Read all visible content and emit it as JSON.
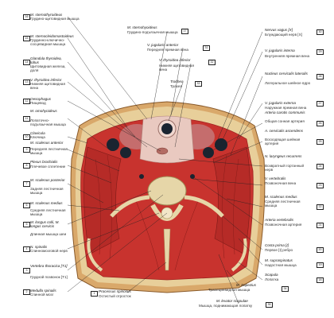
{
  "left_labels": [
    {
      "num": "16",
      "lat": "M. sternothyroideus",
      "ru": "Грудино-щитовидная мышца"
    },
    {
      "num": "15",
      "lat": "M. sternocleidomastoideus",
      "ru": "Грудинно-ключично-сосцевидная мышца"
    },
    {
      "num": "14",
      "lat": "Glandula thyroidea, lobus",
      "ru": "Щитовидная железа, доля"
    },
    {
      "num": "13",
      "lat": "V. thyroidea inferior",
      "ru": "Нижняя щитовидная вена"
    },
    {
      "num": "12",
      "lat": "Oesophagus",
      "ru": "Пищевод"
    },
    {
      "num": "11",
      "lat": "M. omohyoideus",
      "ru": "Лопаточно-подъязычная мышца"
    },
    {
      "num": "10",
      "lat": "Clavicula",
      "ru": "Ключица"
    },
    {
      "num": "9",
      "lat": "M. scalenus anterior",
      "ru": "Передняя лестничная мышца"
    },
    {
      "num": "8",
      "lat": "Plexus brachialis",
      "ru": "Плечевое сплетение"
    },
    {
      "num": "7",
      "lat": "M. scalenus posterior",
      "ru": "Задняя лестничная мышца"
    },
    {
      "num": "6",
      "lat": "M. scalenus medius",
      "ru": "Средняя лестничная мышца"
    },
    {
      "num": "5",
      "lat": "M. longus colli, M. longus cervicis",
      "ru": "Длинная мышца шеи"
    },
    {
      "num": "4",
      "lat": "N. spinalis",
      "ru": "Спинномозговой нерв"
    },
    {
      "num": "3",
      "lat": "Vertebra thoracica [T1]",
      "ru": "Грудной позвонок [T1]"
    },
    {
      "num": "2",
      "lat": "Medulla spinalis",
      "ru": "Спинной мозг"
    }
  ],
  "right_labels": [
    {
      "num": "30",
      "lat": "Nervus vagus [X]",
      "ru": "Блуждающий нерв [X]"
    },
    {
      "num": "29",
      "lat": "V. jugularis interna",
      "ru": "Внутренняя яремная вена"
    },
    {
      "num": "28",
      "lat": "Nucleus cervicalis lateralis",
      "ru": "Латеральное шейное ядро"
    },
    {
      "num": "27",
      "lat": "V. jugularis externa",
      "ru": "Наружная яремная вена"
    },
    {
      "num": "26",
      "lat": "Arteria carotis communis",
      "ru": "Общая сонная артерия"
    },
    {
      "num": "25",
      "lat": "A. cervicalis ascendens",
      "ru": "Восходящая шейная артерия"
    },
    {
      "num": "24",
      "lat": "N. laryngeus recurrens",
      "ru": "Возвратный гортанный нерв"
    },
    {
      "num": "23",
      "lat": "V. vertebralis",
      "ru": "Позвоночная вена"
    },
    {
      "num": "22",
      "lat": "M. scalenus medius",
      "ru": "Средняя лестничная мышца"
    },
    {
      "num": "21",
      "lat": "Arteria vertebralis",
      "ru": "Позвоночная артерия"
    },
    {
      "num": "20",
      "lat": "Costa prima [I]",
      "ru": "Первое [I] ребро"
    },
    {
      "num": "19",
      "lat": "M. supraspinatus",
      "ru": "Надостная мышца"
    },
    {
      "num": "18",
      "lat": "Scapula",
      "ru": "Лопатка"
    }
  ],
  "top_labels": [
    {
      "num": "17",
      "lat": "M. sternohyoideus",
      "ru": "Грудино-подъязычная мышца"
    },
    {
      "num": "31",
      "lat": "V. jugularis anterior",
      "ru": "Передняя яремная вена"
    },
    {
      "num": "32",
      "lat": "V. thyroidea inferior",
      "ru": "Нижняя щитовидная вена"
    },
    {
      "num": "33",
      "lat": "Trachea",
      "ru": "Трахея"
    }
  ],
  "bottom_labels": [
    {
      "num": "1",
      "lat": "Processus spinosus",
      "ru": "Остистый отросток"
    },
    {
      "num": "34",
      "lat": "M. trapezius",
      "ru": "Трапециевидная мышца"
    },
    {
      "num": "35",
      "lat": "M. levator scapulae",
      "ru": "Мышца, поднимающая лопатку"
    }
  ],
  "colors": {
    "muscle": "#c8332e",
    "muscle_dark": "#9e2320",
    "fat": "#e8cf9a",
    "bone": "#e6d6a8",
    "skin": "#d9a86a",
    "vessel": "#1a2430",
    "trachea": "#f0d8d0",
    "thyroid": "#c56d6d"
  }
}
